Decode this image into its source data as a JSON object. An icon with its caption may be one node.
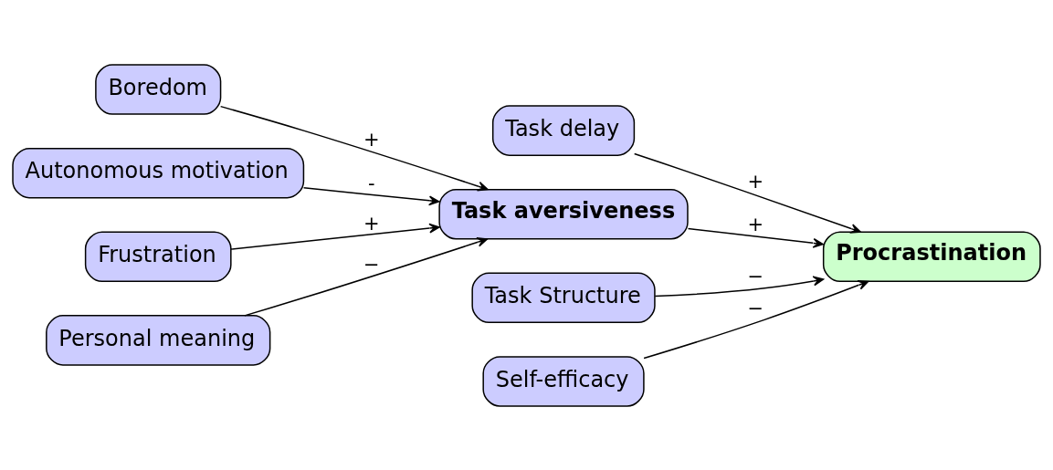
{
  "diagram": {
    "nodes": [
      {
        "text": [
          "Task delay"
        ]
      },
      {
        "text": [
          "Boredom"
        ]
      },
      {
        "text": [
          "Autonomous motivation"
        ]
      },
      {
        "text": [
          "Frustration"
        ]
      },
      {
        "text": [
          "Task aversiveness"
        ]
      },
      {
        "text": [
          "Procrastination"
        ]
      },
      {
        "text": [
          "Personal meaning"
        ]
      },
      {
        "text": [
          "Task Structure"
        ]
      },
      {
        "text": [
          "Self-efficacy"
        ]
      }
    ],
    "edges": [
      {
        "from": 1,
        "to": 4,
        "arrow": "to",
        "label": "+"
      },
      {
        "from": 2,
        "to": 4,
        "arrow": "to",
        "label": "-"
      },
      {
        "from": 3,
        "to": 4,
        "arrow": "to",
        "label": "+"
      },
      {
        "from": 6,
        "to": 4,
        "arrow": "to",
        "label": "−"
      },
      {
        "from": 4,
        "to": 5,
        "arrow": "to",
        "label": "+"
      },
      {
        "from": 0,
        "to": 5,
        "arrow": "to",
        "label": "+"
      },
      {
        "from": 7,
        "to": 5,
        "arrow": "to",
        "label": "−"
      },
      {
        "from": 8,
        "to": 5,
        "arrow": "to",
        "label": "−"
      }
    ]
  }
}
